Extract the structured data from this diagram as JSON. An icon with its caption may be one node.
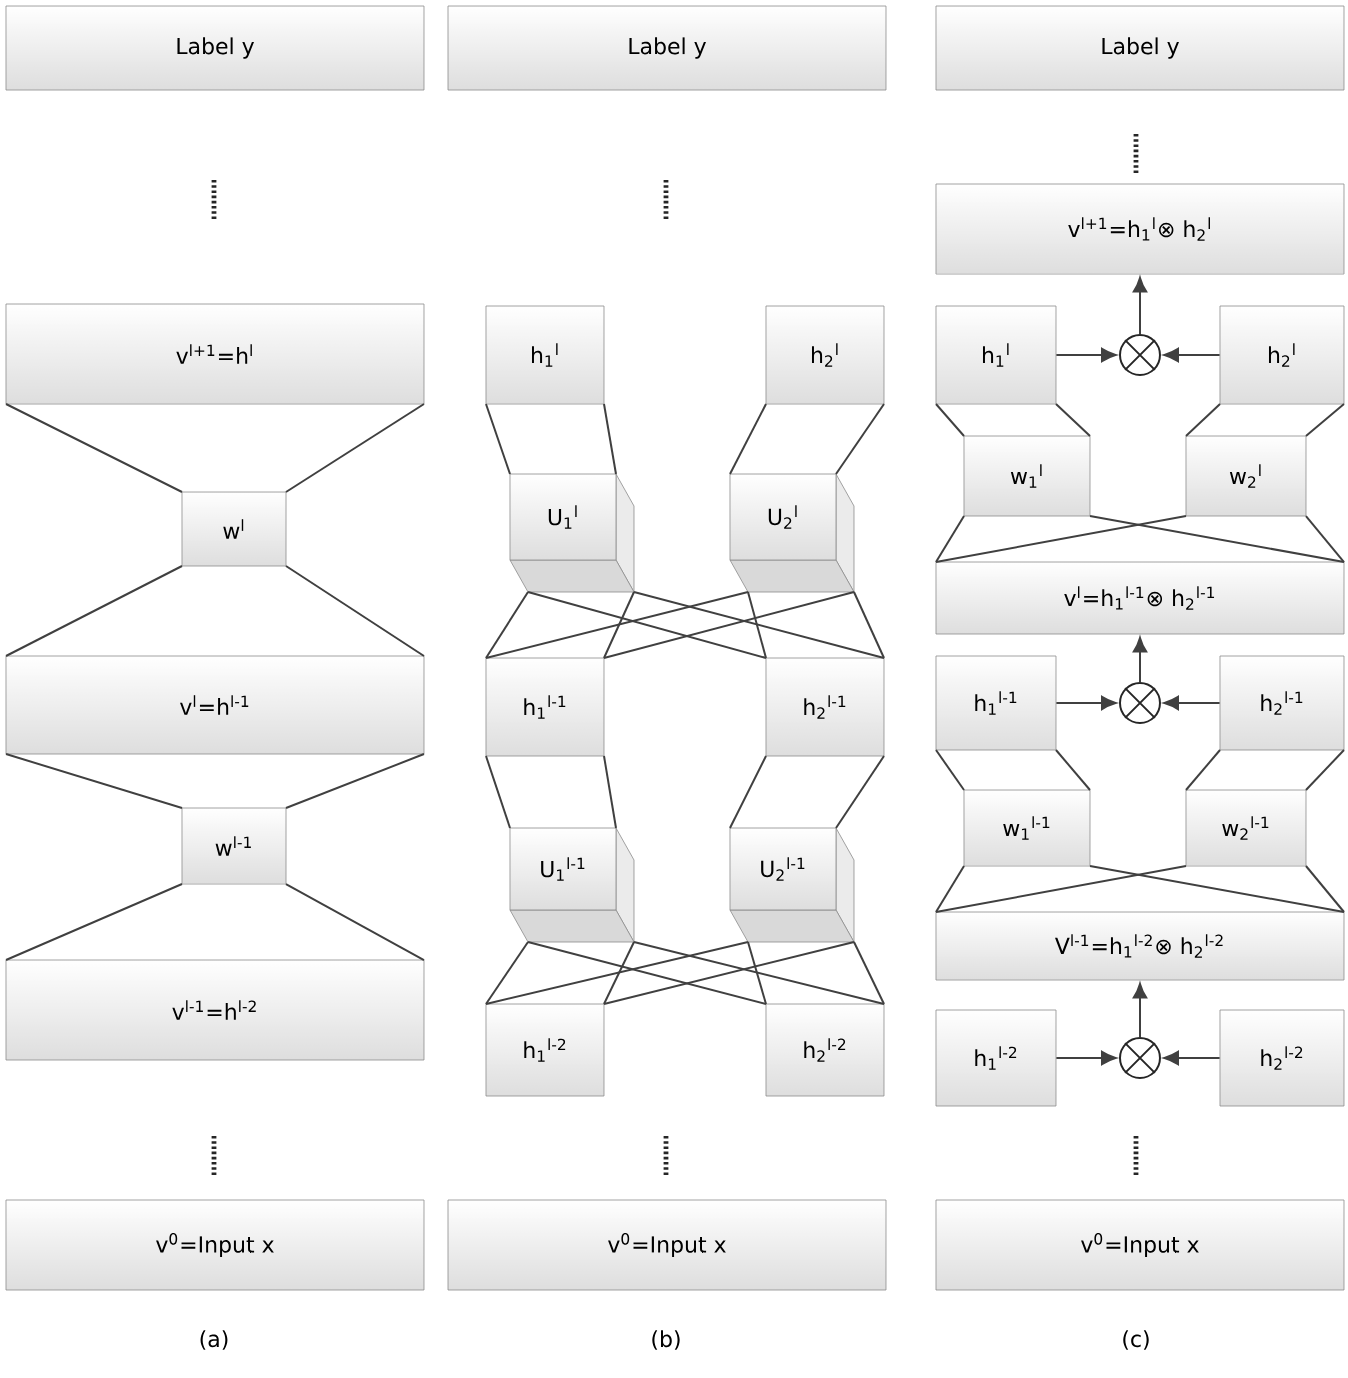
{
  "diagram": {
    "nodes": [
      {
        "text": [
          "Label y"
        ]
      },
      {
        "text": [
          "v$^{l+1}$=h$^{l}$"
        ]
      },
      {
        "text": [
          "w$^{l}$"
        ]
      },
      {
        "text": [
          "v$^{l}$=h$^{l-1}$"
        ]
      },
      {
        "text": [
          "w$^{l-1}$"
        ]
      },
      {
        "text": [
          "v$^{l-1}$=h$^{l-2}$"
        ]
      },
      {
        "text": [
          "v$^{0}$=Input x"
        ]
      },
      {
        "text": [
          "Label y"
        ]
      },
      {
        "text": [
          "h$_{1}$$^{l}$"
        ]
      },
      {
        "text": [
          "h$_{2}$$^{l}$"
        ]
      },
      {
        "text": [
          "U$_{1}$$^{l}$"
        ]
      },
      {
        "text": [
          "U$_{2}$$^{l}$"
        ]
      },
      {
        "text": [
          "h$_{1}$$^{l-1}$"
        ]
      },
      {
        "text": [
          "h$_{2}$$^{l-1}$"
        ]
      },
      {
        "text": [
          "U$_{1}$$^{l-1}$"
        ]
      },
      {
        "text": [
          "U$_{2}$$^{l-1}$"
        ]
      },
      {
        "text": [
          "h$_{1}$$^{l-2}$"
        ]
      },
      {
        "text": [
          "h$_{2}$$^{l-2}$"
        ]
      },
      {
        "text": [
          "v$^{0}$=Input x"
        ]
      },
      {
        "text": [
          "Label y"
        ]
      },
      {
        "text": [
          "v$^{l+1}$=h$_{1}$$^{l}$⊗ h$_{2}$$^{l}$"
        ]
      },
      {
        "text": [
          "h$_{1}$$^{l}$"
        ]
      },
      {
        "text": [],
        "shape": "circle"
      },
      {
        "text": [
          "h$_{2}$$^{l}$"
        ]
      },
      {
        "text": [
          "w$_{1}$$^{l}$"
        ]
      },
      {
        "text": [
          "w$_{2}$$^{l}$"
        ]
      },
      {
        "text": [
          "v$^{l}$=h$_{1}$$^{l-1}$⊗ h$_{2}$$^{l-1}$"
        ]
      },
      {
        "text": [
          "h$_{1}$$^{l-1}$"
        ]
      },
      {
        "text": [],
        "shape": "circle"
      },
      {
        "text": [
          "h$_{2}$$^{l-1}$"
        ]
      },
      {
        "text": [
          "w$_{1}$$^{l-1}$"
        ]
      },
      {
        "text": [
          "w$_{2}$$^{l-1}$"
        ]
      },
      {
        "text": [
          "V$^{l-1}$=h$_{1}$$^{l-2}$⊗ h$_{2}$$^{l-2}$"
        ]
      },
      {
        "text": [
          "h$_{1}$$^{l-2}$"
        ]
      },
      {
        "text": [],
        "shape": "circle"
      },
      {
        "text": [
          "h$_{2}$$^{l-2}$"
        ]
      },
      {
        "text": [
          "v$^{0}$=Input x"
        ]
      }
    ],
    "edges": [
      {
        "from": 1,
        "to": 2,
        "arrow": "none"
      },
      {
        "from": 1,
        "to": 2,
        "arrow": "none"
      },
      {
        "from": 2,
        "to": 3,
        "arrow": "none"
      },
      {
        "from": 2,
        "to": 3,
        "arrow": "none"
      },
      {
        "from": 3,
        "to": 4,
        "arrow": "none"
      },
      {
        "from": 3,
        "to": 4,
        "arrow": "none"
      },
      {
        "from": 4,
        "to": 5,
        "arrow": "none"
      },
      {
        "from": 4,
        "to": 5,
        "arrow": "none"
      },
      {
        "from": 8,
        "to": 10,
        "arrow": "none"
      },
      {
        "from": 8,
        "to": 10,
        "arrow": "none"
      },
      {
        "from": 9,
        "to": 11,
        "arrow": "none"
      },
      {
        "from": 9,
        "to": 11,
        "arrow": "none"
      },
      {
        "from": 10,
        "to": 12,
        "arrow": "none"
      },
      {
        "from": 10,
        "to": 12,
        "arrow": "none"
      },
      {
        "from": 10,
        "to": 13,
        "arrow": "none"
      },
      {
        "from": 10,
        "to": 13,
        "arrow": "none"
      },
      {
        "from": 11,
        "to": 12,
        "arrow": "none"
      },
      {
        "from": 11,
        "to": 12,
        "arrow": "none"
      },
      {
        "from": 11,
        "to": 13,
        "arrow": "none"
      },
      {
        "from": 11,
        "to": 13,
        "arrow": "none"
      },
      {
        "from": 12,
        "to": 14,
        "arrow": "none"
      },
      {
        "from": 12,
        "to": 14,
        "arrow": "none"
      },
      {
        "from": 13,
        "to": 15,
        "arrow": "none"
      },
      {
        "from": 13,
        "to": 15,
        "arrow": "none"
      },
      {
        "from": 14,
        "to": 16,
        "arrow": "none"
      },
      {
        "from": 14,
        "to": 16,
        "arrow": "none"
      },
      {
        "from": 14,
        "to": 17,
        "arrow": "none"
      },
      {
        "from": 14,
        "to": 17,
        "arrow": "none"
      },
      {
        "from": 15,
        "to": 16,
        "arrow": "none"
      },
      {
        "from": 15,
        "to": 16,
        "arrow": "none"
      },
      {
        "from": 15,
        "to": 17,
        "arrow": "none"
      },
      {
        "from": 15,
        "to": 17,
        "arrow": "none"
      },
      {
        "from": 22,
        "to": 20,
        "arrow": "to"
      },
      {
        "from": 21,
        "to": 22,
        "arrow": "to"
      },
      {
        "from": 23,
        "to": 22,
        "arrow": "to"
      },
      {
        "from": 21,
        "to": 24,
        "arrow": "none"
      },
      {
        "from": 21,
        "to": 24,
        "arrow": "none"
      },
      {
        "from": 23,
        "to": 25,
        "arrow": "none"
      },
      {
        "from": 23,
        "to": 25,
        "arrow": "none"
      },
      {
        "from": 24,
        "to": 26,
        "arrow": "none"
      },
      {
        "from": 24,
        "to": 26,
        "arrow": "none"
      },
      {
        "from": 25,
        "to": 26,
        "arrow": "none"
      },
      {
        "from": 25,
        "to": 26,
        "arrow": "none"
      },
      {
        "from": 28,
        "to": 26,
        "arrow": "to"
      },
      {
        "from": 27,
        "to": 28,
        "arrow": "to"
      },
      {
        "from": 29,
        "to": 28,
        "arrow": "to"
      },
      {
        "from": 27,
        "to": 30,
        "arrow": "none"
      },
      {
        "from": 27,
        "to": 30,
        "arrow": "none"
      },
      {
        "from": 29,
        "to": 31,
        "arrow": "none"
      },
      {
        "from": 29,
        "to": 31,
        "arrow": "none"
      },
      {
        "from": 30,
        "to": 32,
        "arrow": "none"
      },
      {
        "from": 30,
        "to": 32,
        "arrow": "none"
      },
      {
        "from": 31,
        "to": 32,
        "arrow": "none"
      },
      {
        "from": 31,
        "to": 32,
        "arrow": "none"
      },
      {
        "from": 34,
        "to": 32,
        "arrow": "to"
      },
      {
        "from": 33,
        "to": 34,
        "arrow": "to"
      },
      {
        "from": 35,
        "to": 34,
        "arrow": "to"
      }
    ],
    "labels": [
      "(a)",
      "(b)",
      "(c)"
    ]
  }
}
